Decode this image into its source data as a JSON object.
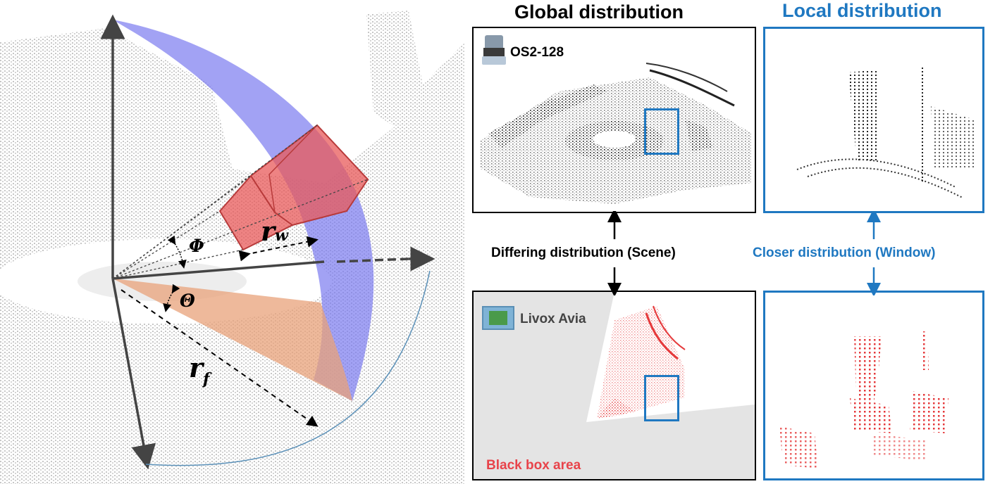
{
  "left_figure": {
    "labels": {
      "phi": "Φ",
      "theta": "Θ",
      "r_w": "r",
      "r_w_sub": "w",
      "r_f": "r",
      "r_f_sub": "f"
    }
  },
  "global": {
    "title": "Global distribution",
    "top_sensor": "OS2-128",
    "bottom_sensor": "Livox Avia",
    "black_box_label": "Black box area",
    "caption": "Differing distribution (Scene)"
  },
  "local": {
    "title": "Local distribution",
    "caption": "Closer distribution (Window)"
  },
  "colors": {
    "blue_accent": "#1f78c1",
    "red_points": "#e5393b",
    "sector_blue": "#7b7bf0",
    "sector_red": "#e85a5a",
    "sector_orange": "#e8a27a",
    "black_box_red": "#e8434a",
    "gray_points": "#c8c8c8"
  }
}
